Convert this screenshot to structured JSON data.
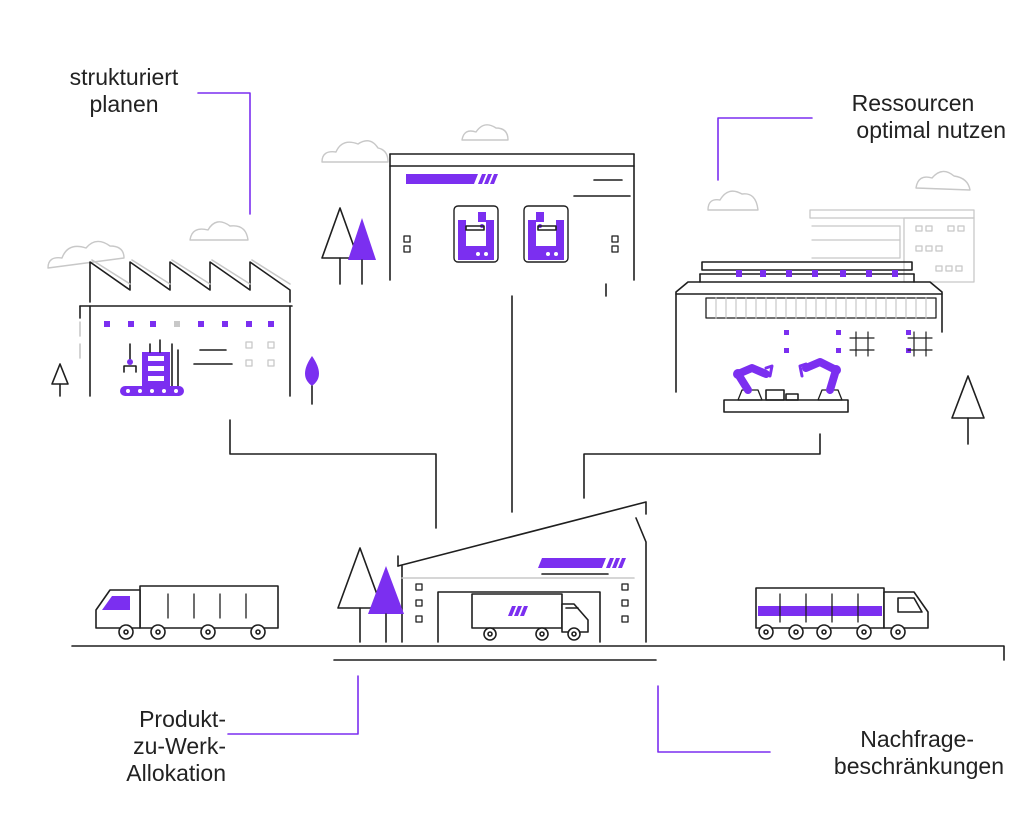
{
  "labels": {
    "planen": {
      "line1": "strukturiert",
      "line2": "planen"
    },
    "ressourcen": {
      "line1": "Ressourcen",
      "line2": "optimal nutzen"
    },
    "allokation": {
      "line1": "Produkt-",
      "line2": "zu-Werk-",
      "line3": "Allokation"
    },
    "nachfrage": {
      "line1": "Nachfrage-",
      "line2": "beschränkungen"
    }
  },
  "colors": {
    "line": "#1f1f1f",
    "accent": "#7b2ff0",
    "light": "#c8c8c8"
  }
}
